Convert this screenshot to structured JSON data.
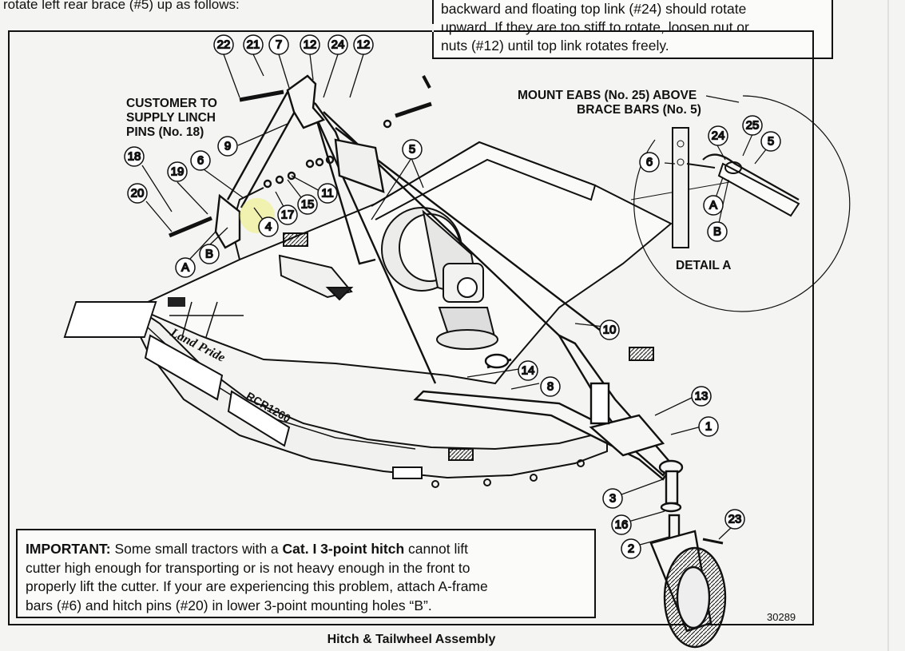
{
  "header": {
    "left_text": "rotate left rear brace (#5) up as follows:",
    "note_lines": [
      "backward and floating top link (#24) should rotate",
      "upward. If they are too stiff to rotate, loosen nut or",
      "nuts (#12) until top link rotates freely."
    ]
  },
  "diagram": {
    "customer_note": [
      "CUSTOMER TO",
      "SUPPLY LINCH",
      "PINS (No. 18)"
    ],
    "mount_note": [
      "MOUNT EABS (No. 25) ABOVE",
      "BRACE BARS (No. 5)"
    ],
    "detail_label": "DETAIL A",
    "brand_text": "Land Pride",
    "model_text": "RCR1260",
    "callouts": [
      "22",
      "21",
      "7",
      "12",
      "24",
      "12",
      "9",
      "18",
      "19",
      "6",
      "20",
      "4",
      "17",
      "15",
      "11",
      "5",
      "A",
      "B",
      "10",
      "14",
      "8",
      "13",
      "1",
      "3",
      "16",
      "2",
      "23"
    ],
    "detail_callouts": [
      "6",
      "24",
      "25",
      "5",
      "A",
      "B"
    ]
  },
  "important": {
    "lead": "IMPORTANT:",
    "part1": " Some small tractors with a ",
    "bold": "Cat. I 3-point hitch",
    "part2": " cannot lift",
    "line2": "cutter high enough for transporting or is not heavy enough in the front to",
    "line3": "properly lift the cutter. If your are experiencing this problem, attach A-frame",
    "line4": "bars (#6) and hitch pins (#20) in lower 3-point mounting holes “B”."
  },
  "figure_number": "30289",
  "caption": "Hitch & Tailwheel Assembly"
}
